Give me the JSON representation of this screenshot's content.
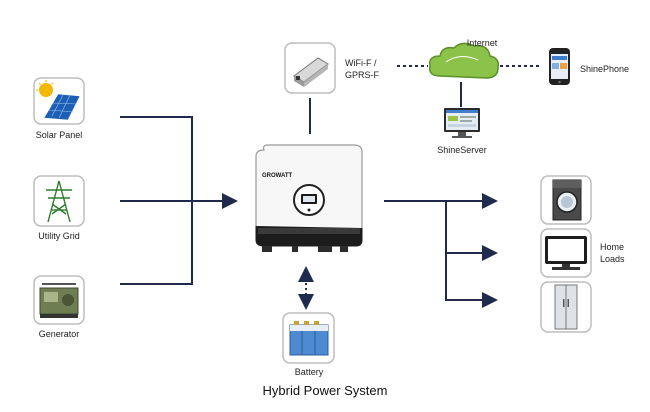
{
  "title": "Hybrid Power System",
  "sources": {
    "solar": "Solar Panel",
    "grid": "Utility Grid",
    "generator": "Generator"
  },
  "battery": "Battery",
  "comm": {
    "module_line1": "WiFi-F /",
    "module_line2": "GPRS-F",
    "internet": "Internet",
    "phone": "ShinePhone",
    "server": "ShineServer"
  },
  "loads": {
    "line1": "Home",
    "line2": "Loads"
  },
  "inverter_brand": "GROWATT",
  "colors": {
    "line": "#1f2a4d",
    "frame": "#c8c8c8",
    "internet_green": "#7cbf3a"
  }
}
